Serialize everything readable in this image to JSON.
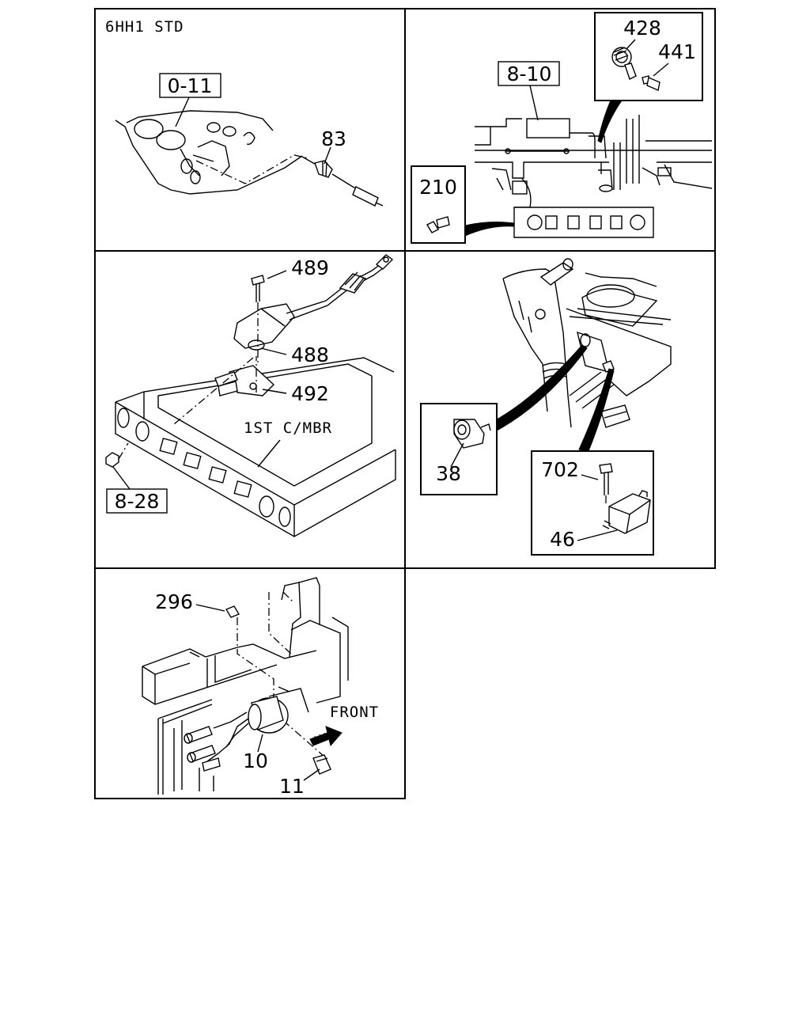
{
  "panels": {
    "p1": {
      "caption": "6HH1 STD",
      "ref_box": "0-11",
      "callouts": [
        "83"
      ]
    },
    "p2": {
      "ref_box": "8-10",
      "callouts": [
        "428",
        "441",
        "210"
      ]
    },
    "p3": {
      "callouts": [
        "489",
        "488",
        "492"
      ],
      "member_label": "1ST C/MBR",
      "ref_box": "8-28"
    },
    "p4": {
      "callouts": [
        "38",
        "702",
        "46"
      ]
    },
    "p5": {
      "callouts": [
        "296",
        "10",
        "11"
      ],
      "direction_label": "FRONT"
    }
  }
}
